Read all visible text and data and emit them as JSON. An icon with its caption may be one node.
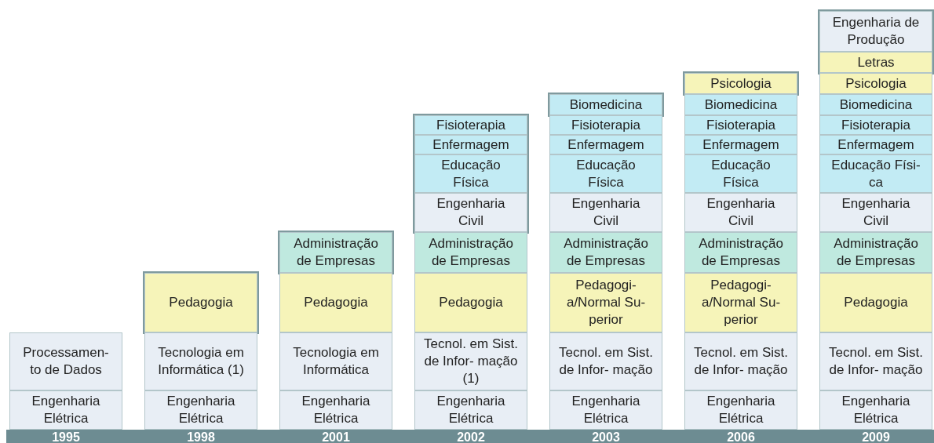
{
  "diagram": {
    "nodes": [
      {
        "text": [
          "Processamen- to de Dados"
        ]
      },
      {
        "text": [
          "Engenharia Elétrica"
        ]
      },
      {
        "text": [],
        "shape": "box"
      },
      {
        "text": [
          "Pedagogia"
        ],
        "in": 2
      },
      {
        "text": [
          "Tecnologia em Informática (1)"
        ]
      },
      {
        "text": [
          "Engenharia Elétrica"
        ]
      },
      {
        "text": [],
        "shape": "box"
      },
      {
        "text": [
          "Administração de Empresas"
        ],
        "in": 6
      },
      {
        "text": [
          "Pedagogia"
        ]
      },
      {
        "text": [
          "Tecnologia em Informática"
        ]
      },
      {
        "text": [
          "Engenharia Elétrica"
        ]
      },
      {
        "text": [],
        "shape": "box"
      },
      {
        "text": [
          "Fisioterapia"
        ],
        "in": 11
      },
      {
        "text": [
          "Enfermagem"
        ],
        "in": 11
      },
      {
        "text": [
          "Educação Física"
        ],
        "in": 11
      },
      {
        "text": [
          "Engenharia Civil"
        ],
        "in": 11
      },
      {
        "text": [
          "Administração de Empresas"
        ]
      },
      {
        "text": [
          "Pedagogia"
        ]
      },
      {
        "text": [
          "Tecnol. em Sist. de Infor- mação (1)"
        ]
      },
      {
        "text": [
          "Engenharia Elétrica"
        ]
      },
      {
        "text": [],
        "shape": "box"
      },
      {
        "text": [
          "Biomedicina"
        ],
        "in": 20
      },
      {
        "text": [
          "Fisioterapia"
        ]
      },
      {
        "text": [
          "Enfermagem"
        ]
      },
      {
        "text": [
          "Educação Física"
        ]
      },
      {
        "text": [
          "Engenharia Civil"
        ]
      },
      {
        "text": [
          "Administração de Empresas"
        ]
      },
      {
        "text": [
          "Pedagogi- a/Normal Su- perior"
        ]
      },
      {
        "text": [
          "Tecnol. em Sist. de Infor- mação"
        ]
      },
      {
        "text": [
          "Engenharia Elétrica"
        ]
      },
      {
        "text": [],
        "shape": "box"
      },
      {
        "text": [
          "Psicologia"
        ],
        "in": 30
      },
      {
        "text": [
          "Biomedicina"
        ]
      },
      {
        "text": [
          "Fisioterapia"
        ]
      },
      {
        "text": [
          "Enfermagem"
        ]
      },
      {
        "text": [
          "Educação Física"
        ]
      },
      {
        "text": [
          "Engenharia Civil"
        ]
      },
      {
        "text": [
          "Administração de Empresas"
        ]
      },
      {
        "text": [
          "Pedagogi- a/Normal Su- perior"
        ]
      },
      {
        "text": [
          "Tecnol. em Sist. de Infor- mação"
        ]
      },
      {
        "text": [
          "Engenharia Elétrica"
        ]
      },
      {
        "text": [],
        "shape": "box"
      },
      {
        "text": [
          "Engenharia de Produção"
        ],
        "in": 41
      },
      {
        "text": [
          "Letras"
        ],
        "in": 41
      },
      {
        "text": [
          "Psicologia"
        ]
      },
      {
        "text": [
          "Biomedicina"
        ]
      },
      {
        "text": [
          "Fisioterapia"
        ]
      },
      {
        "text": [
          "Enfermagem"
        ]
      },
      {
        "text": [
          "Educação Físi- ca"
        ]
      },
      {
        "text": [
          "Engenharia Civil"
        ]
      },
      {
        "text": [
          "Administração de Empresas"
        ]
      },
      {
        "text": [
          "Pedagogia"
        ]
      },
      {
        "text": [
          "Tecnol. em Sist. de Infor- mação"
        ]
      },
      {
        "text": [
          "Engenharia Elétrica"
        ]
      }
    ],
    "labels": [
      "1995",
      "1998",
      "2001",
      "2002",
      "2003",
      "2006",
      "2009"
    ]
  }
}
